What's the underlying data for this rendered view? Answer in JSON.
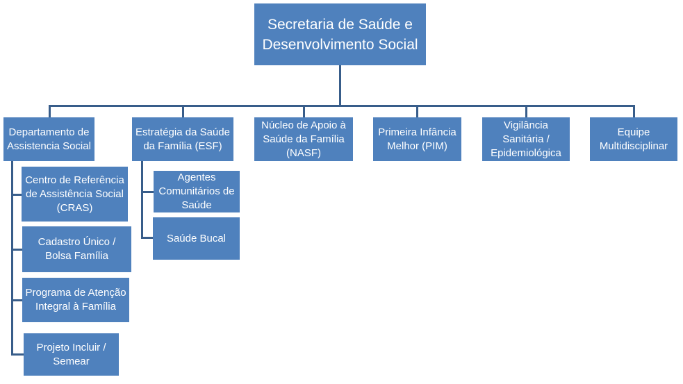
{
  "colors": {
    "box_fill": "#4f81bd",
    "connector": "#385d8a",
    "text": "#ffffff"
  },
  "root": {
    "label": "Secretaria de Saúde e Desenvolvimento Social"
  },
  "departments": [
    {
      "label": "Departamento de Assistencia Social",
      "children": [
        "Centro de Referência de Assistência Social (CRAS)",
        "Cadastro Único / Bolsa Família",
        "Programa de Atenção Integral à Família",
        "Projeto Incluir / Semear"
      ]
    },
    {
      "label": "Estratégia da Saúde da Família (ESF)",
      "children": [
        "Agentes Comunitários de Saúde",
        "Saúde Bucal"
      ]
    },
    {
      "label": "Núcleo de Apoio à Saúde da Família (NASF)",
      "children": []
    },
    {
      "label": "Primeira Infância Melhor (PIM)",
      "children": []
    },
    {
      "label": "Vigilância Sanitária / Epidemiológica",
      "children": []
    },
    {
      "label": "Equipe Multidisciplinar",
      "children": []
    }
  ]
}
